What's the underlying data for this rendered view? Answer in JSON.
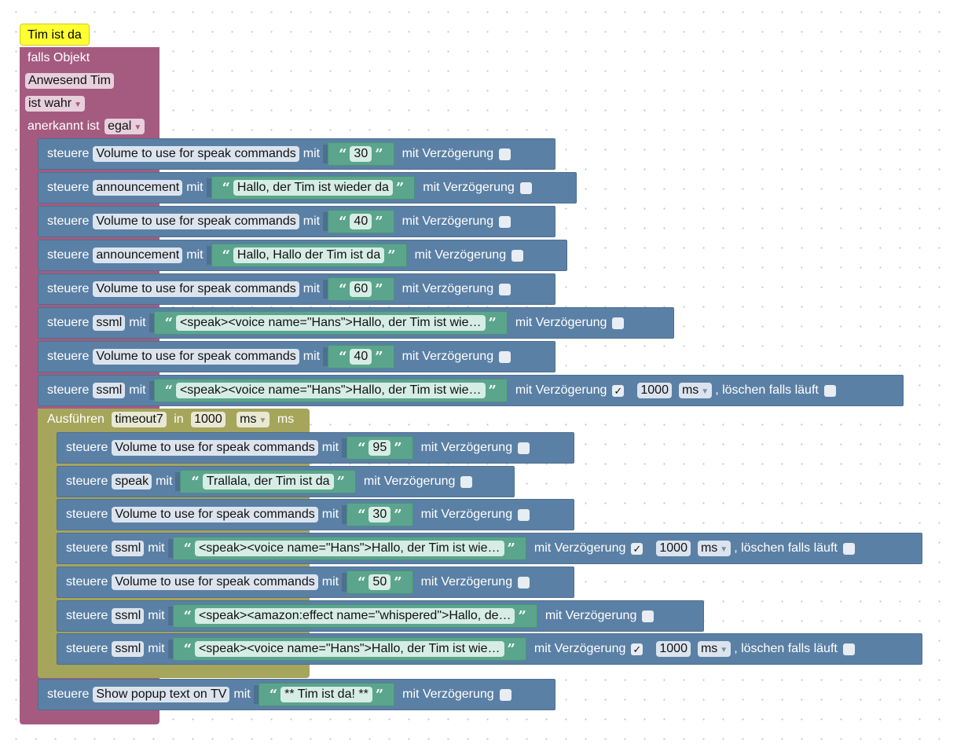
{
  "comment": "Tim ist da",
  "trigger": {
    "title": "falls Objekt",
    "object": "Anwesend Tim",
    "condition": "ist wahr",
    "ack_label": "anerkannt ist",
    "ack_value": "egal"
  },
  "labels": {
    "control": "steuere",
    "with": "mit",
    "delay": "mit Verzögerung",
    "clear": ", löschen falls läuft",
    "unit": "ms",
    "quote_open": "“",
    "quote_close": "”"
  },
  "timeout": {
    "label": "Ausführen",
    "name": "timeout7",
    "in": "in",
    "value": "1000",
    "unit_select": "ms",
    "unit": "ms"
  },
  "blocks": [
    {
      "target": "Volume to use for speak commands",
      "value": "30",
      "delay_checked": false
    },
    {
      "target": "announcement",
      "value": "Hallo, der Tim ist wieder da",
      "delay_checked": false
    },
    {
      "target": "Volume to use for speak commands",
      "value": "40",
      "delay_checked": false
    },
    {
      "target": "announcement",
      "value": "Hallo, Hallo der Tim ist da",
      "delay_checked": false
    },
    {
      "target": "Volume to use for speak commands",
      "value": "60",
      "delay_checked": false
    },
    {
      "target": "ssml",
      "value": "<speak><voice name=\"Hans\">Hallo, der Tim ist wie…",
      "delay_checked": false
    },
    {
      "target": "Volume to use for speak commands",
      "value": "40",
      "delay_checked": false
    },
    {
      "target": "ssml",
      "value": "<speak><voice name=\"Hans\">Hallo, der Tim ist wie…",
      "delay_checked": true,
      "delay_value": "1000",
      "delay_unit": "ms"
    }
  ],
  "timeout_blocks": [
    {
      "target": "Volume to use for speak commands",
      "value": "95",
      "delay_checked": false
    },
    {
      "target": "speak",
      "value": "Trallala, der Tim ist da",
      "delay_checked": false
    },
    {
      "target": "Volume to use for speak commands",
      "value": "30",
      "delay_checked": false
    },
    {
      "target": "ssml",
      "value": "<speak><voice name=\"Hans\">Hallo, der Tim ist wie…",
      "delay_checked": true,
      "delay_value": "1000",
      "delay_unit": "ms"
    },
    {
      "target": "Volume to use for speak commands",
      "value": "50",
      "delay_checked": false
    },
    {
      "target": "ssml",
      "value": "<speak><amazon:effect name=\"whispered\">Hallo, de…",
      "delay_checked": false
    },
    {
      "target": "ssml",
      "value": "<speak><voice name=\"Hans\">Hallo, der Tim ist wie…",
      "delay_checked": true,
      "delay_value": "1000",
      "delay_unit": "ms"
    }
  ],
  "final_block": {
    "target": "Show popup text on TV",
    "value": "** Tim ist da! **",
    "delay_checked": false
  },
  "colors": {
    "trigger": "#a55b80",
    "control": "#5b80a5",
    "string": "#5ba58c",
    "timeout": "#a5a55b",
    "comment": "#ffff33"
  }
}
